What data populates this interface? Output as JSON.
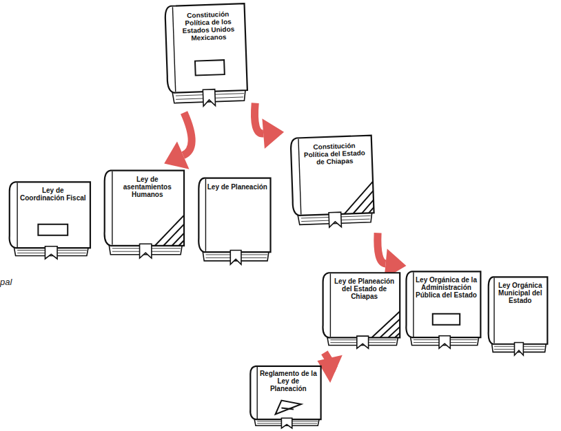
{
  "diagram": {
    "nodes": [
      {
        "text": [
          "Constitución Política de los Estados Unidos Mexicanos"
        ]
      },
      {
        "text": [
          "Ley de Coordinación Fiscal"
        ]
      },
      {
        "text": [
          "Ley de asentamientos Humanos"
        ]
      },
      {
        "text": [
          "Ley de Planeación"
        ]
      },
      {
        "text": [
          "Constitución Política del Estado de Chiapas"
        ]
      },
      {
        "text": [
          "Ley de Planeación del Estado de Chiapas"
        ]
      },
      {
        "text": [
          "Ley Orgánica de la Administración Pública del Estado"
        ]
      },
      {
        "text": [
          "Ley Orgánica Municipal del Estado"
        ]
      },
      {
        "text": [
          "Reglamento de la Ley de Planeación"
        ]
      }
    ],
    "edges": [
      {
        "from": 0,
        "to": 2,
        "arrow": "to"
      },
      {
        "from": 0,
        "to": 4,
        "arrow": "to"
      },
      {
        "from": 4,
        "to": 6,
        "arrow": "to"
      },
      {
        "from": 5,
        "to": 8,
        "arrow": "to"
      }
    ],
    "labels": [
      "pal"
    ]
  }
}
